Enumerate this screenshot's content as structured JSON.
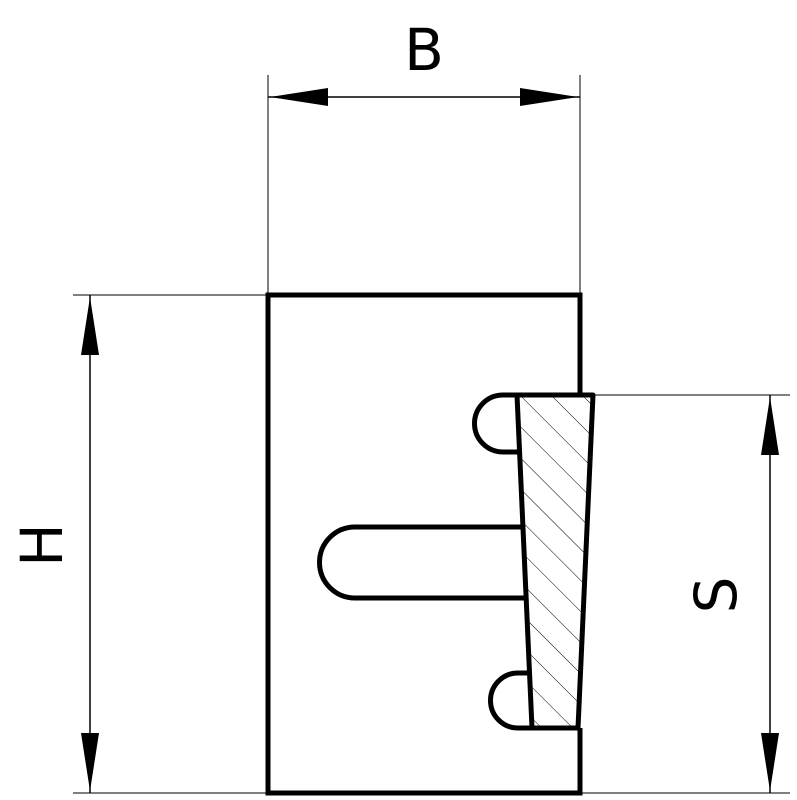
{
  "diagram": {
    "labels": {
      "width": "B",
      "height": "H",
      "slot": "S"
    },
    "colors": {
      "line": "#000000",
      "background": "#ffffff"
    }
  }
}
